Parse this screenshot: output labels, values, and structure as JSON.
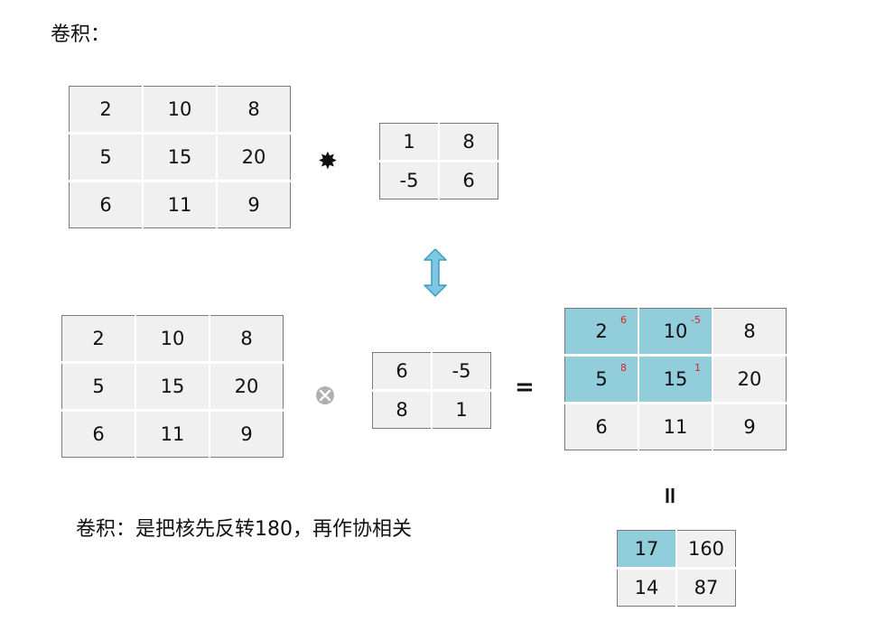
{
  "title": "卷积：",
  "note": "卷积：是把核先反转180，再作协相关",
  "operators": {
    "star": "✸",
    "equals": "=",
    "equals_vertical": "="
  },
  "matrix_top_left": [
    [
      "2",
      "10",
      "8"
    ],
    [
      "5",
      "15",
      "20"
    ],
    [
      "6",
      "11",
      "9"
    ]
  ],
  "kernel_top": [
    [
      "1",
      "8"
    ],
    [
      "-5",
      "6"
    ]
  ],
  "matrix_bottom_left": [
    [
      "2",
      "10",
      "8"
    ],
    [
      "5",
      "15",
      "20"
    ],
    [
      "6",
      "11",
      "9"
    ]
  ],
  "kernel_flipped": [
    [
      "6",
      "-5"
    ],
    [
      "8",
      "1"
    ]
  ],
  "matrix_result_window": {
    "values": [
      [
        "2",
        "10",
        "8"
      ],
      [
        "5",
        "15",
        "20"
      ],
      [
        "6",
        "11",
        "9"
      ]
    ],
    "weights": [
      [
        "6",
        "-5",
        ""
      ],
      [
        "8",
        "1",
        ""
      ],
      [
        "",
        "",
        ""
      ]
    ]
  },
  "output": [
    [
      "17",
      "160"
    ],
    [
      "14",
      "87"
    ]
  ],
  "colors": {
    "highlight": "#92cddc",
    "arrow": "#7ec8e3",
    "weight_text": "#e02020"
  }
}
